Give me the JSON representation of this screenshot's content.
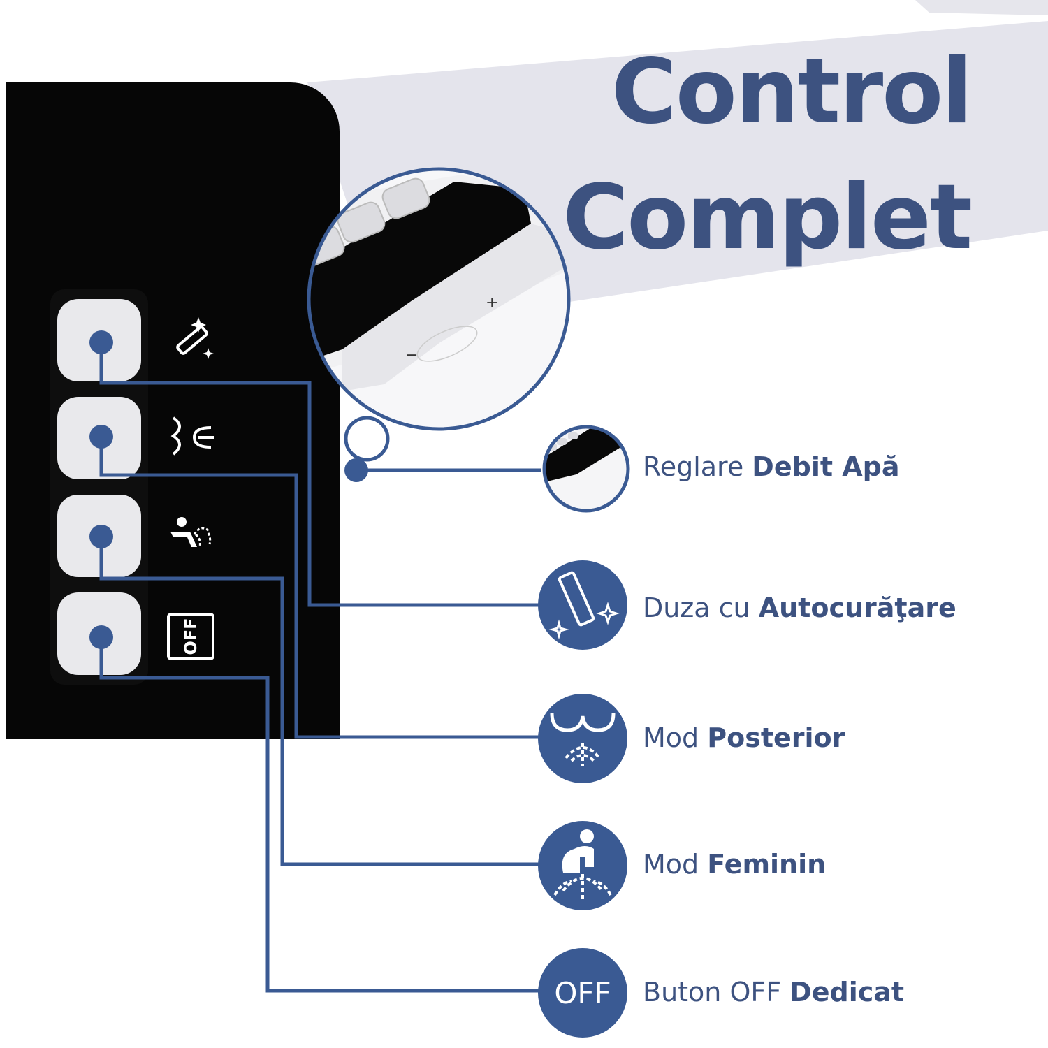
{
  "title": {
    "line1": "Control",
    "line2": "Complet"
  },
  "features": [
    {
      "prefix": "Reglare ",
      "bold": "Debit Apă",
      "icon": "flow-adjust-zoom-icon"
    },
    {
      "prefix": "Duza cu ",
      "bold": "Autocurăţare",
      "icon": "self-cleaning-nozzle-icon"
    },
    {
      "prefix": "Mod ",
      "bold": "Posterior",
      "icon": "posterior-wash-icon"
    },
    {
      "prefix": "Mod ",
      "bold": "Feminin",
      "icon": "feminine-wash-icon"
    },
    {
      "prefix": "Buton OFF ",
      "bold": "Dedicat",
      "icon": "off-button-icon",
      "icon_text": "OFF"
    }
  ],
  "panel": {
    "off_label": "OFF",
    "dial_minus": "−",
    "dial_plus": "+"
  },
  "colors": {
    "accent": "#3a5a93",
    "title": "#3d5280",
    "panel": "#060606",
    "button": "#e9e9ec"
  }
}
